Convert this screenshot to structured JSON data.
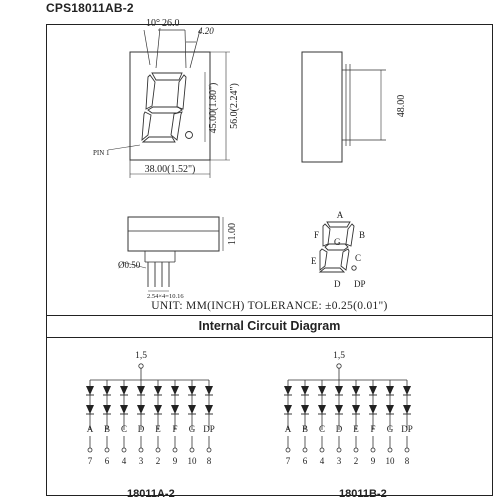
{
  "header": {
    "part_number": "CPS18011AB-2"
  },
  "front_view": {
    "angle_label": "10°",
    "digit_width": "26.0",
    "segment_offset": "4.20",
    "digit_height": "45.00(1.80\")",
    "body_height": "56.0(2.24\")",
    "body_width": "38.00(1.52\")",
    "pin_label": "PIN 1"
  },
  "side_view": {
    "height": "48.00"
  },
  "bottom_view": {
    "height": "11.00",
    "pin_diameter": "Ø0.50",
    "pin_pitch": "2.54×4=10.16"
  },
  "segment_map": {
    "labels": [
      "A",
      "B",
      "C",
      "D",
      "E",
      "F",
      "G",
      "DP"
    ]
  },
  "tolerance_note": "UNIT: MM(INCH)  TOLERANCE: ±0.25(0.01\")",
  "circuit_section": {
    "title": "Internal Circuit Diagram",
    "common_pin": "1,5",
    "segments": [
      "A",
      "B",
      "C",
      "D",
      "E",
      "F",
      "G",
      "DP"
    ],
    "pins": [
      "7",
      "6",
      "4",
      "3",
      "2",
      "9",
      "10",
      "8"
    ],
    "left_caption": "18011A-2",
    "right_caption": "18011B-2"
  }
}
